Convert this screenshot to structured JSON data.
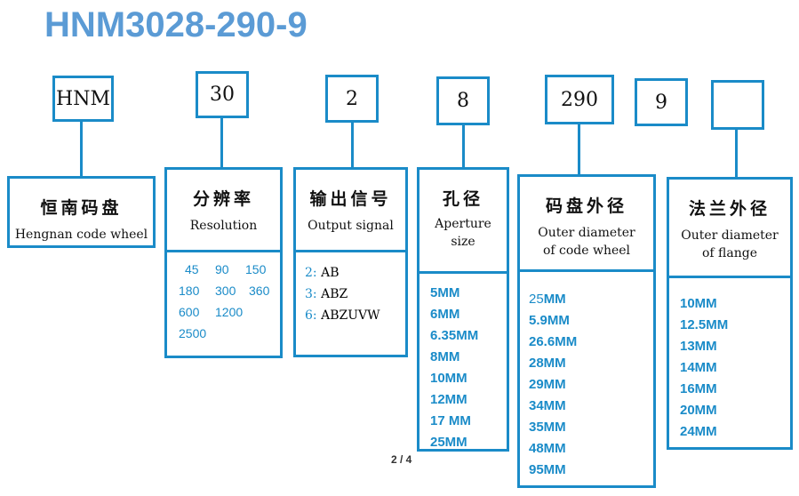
{
  "title": "HNM3028-290-9",
  "codes": [
    "HNM",
    "30",
    "2",
    "8",
    "290",
    "9",
    ""
  ],
  "sections": {
    "brand": {
      "zh": "恒南码盘",
      "en": "Hengnan code wheel"
    },
    "resolution": {
      "zh": "分辨率",
      "en": "Resolution",
      "rows": [
        [
          "45",
          "90",
          "150"
        ],
        [
          "180",
          "300",
          "360"
        ],
        [
          "600",
          "1200",
          ""
        ],
        [
          "2500",
          "",
          ""
        ]
      ]
    },
    "output": {
      "zh": "输出信号",
      "en": "Output signal",
      "items": [
        {
          "num": "2:",
          "val": "AB"
        },
        {
          "num": "3:",
          "val": "ABZ"
        },
        {
          "num": "6:",
          "val": "ABZUVW"
        }
      ]
    },
    "aperture": {
      "zh": "孔径",
      "en1": "Aperture",
      "en2": "size",
      "items": [
        "5MM",
        "6MM",
        "6.35MM",
        "8MM",
        "10MM",
        "12MM",
        "17 MM",
        "25MM"
      ]
    },
    "outer": {
      "zh": "码盘外径",
      "en1": "Outer diameter",
      "en2": "of code wheel",
      "items": [
        {
          "n": "25",
          "u": "MM"
        },
        {
          "n": "5.9MM",
          "u": ""
        },
        {
          "n": "26.6MM",
          "u": ""
        },
        {
          "n": "28MM",
          "u": ""
        },
        {
          "n": "29MM",
          "u": ""
        },
        {
          "n": "34MM",
          "u": ""
        },
        {
          "n": "35MM",
          "u": ""
        },
        {
          "n": "48MM",
          "u": ""
        },
        {
          "n": "95MM",
          "u": ""
        }
      ]
    },
    "flange": {
      "zh": "法兰外径",
      "en1": "Outer diameter",
      "en2": "of flange",
      "items": [
        "10MM",
        "12.5MM",
        "13MM",
        "14MM",
        "16MM",
        "20MM",
        "24MM"
      ]
    }
  },
  "page": "2 / 4"
}
